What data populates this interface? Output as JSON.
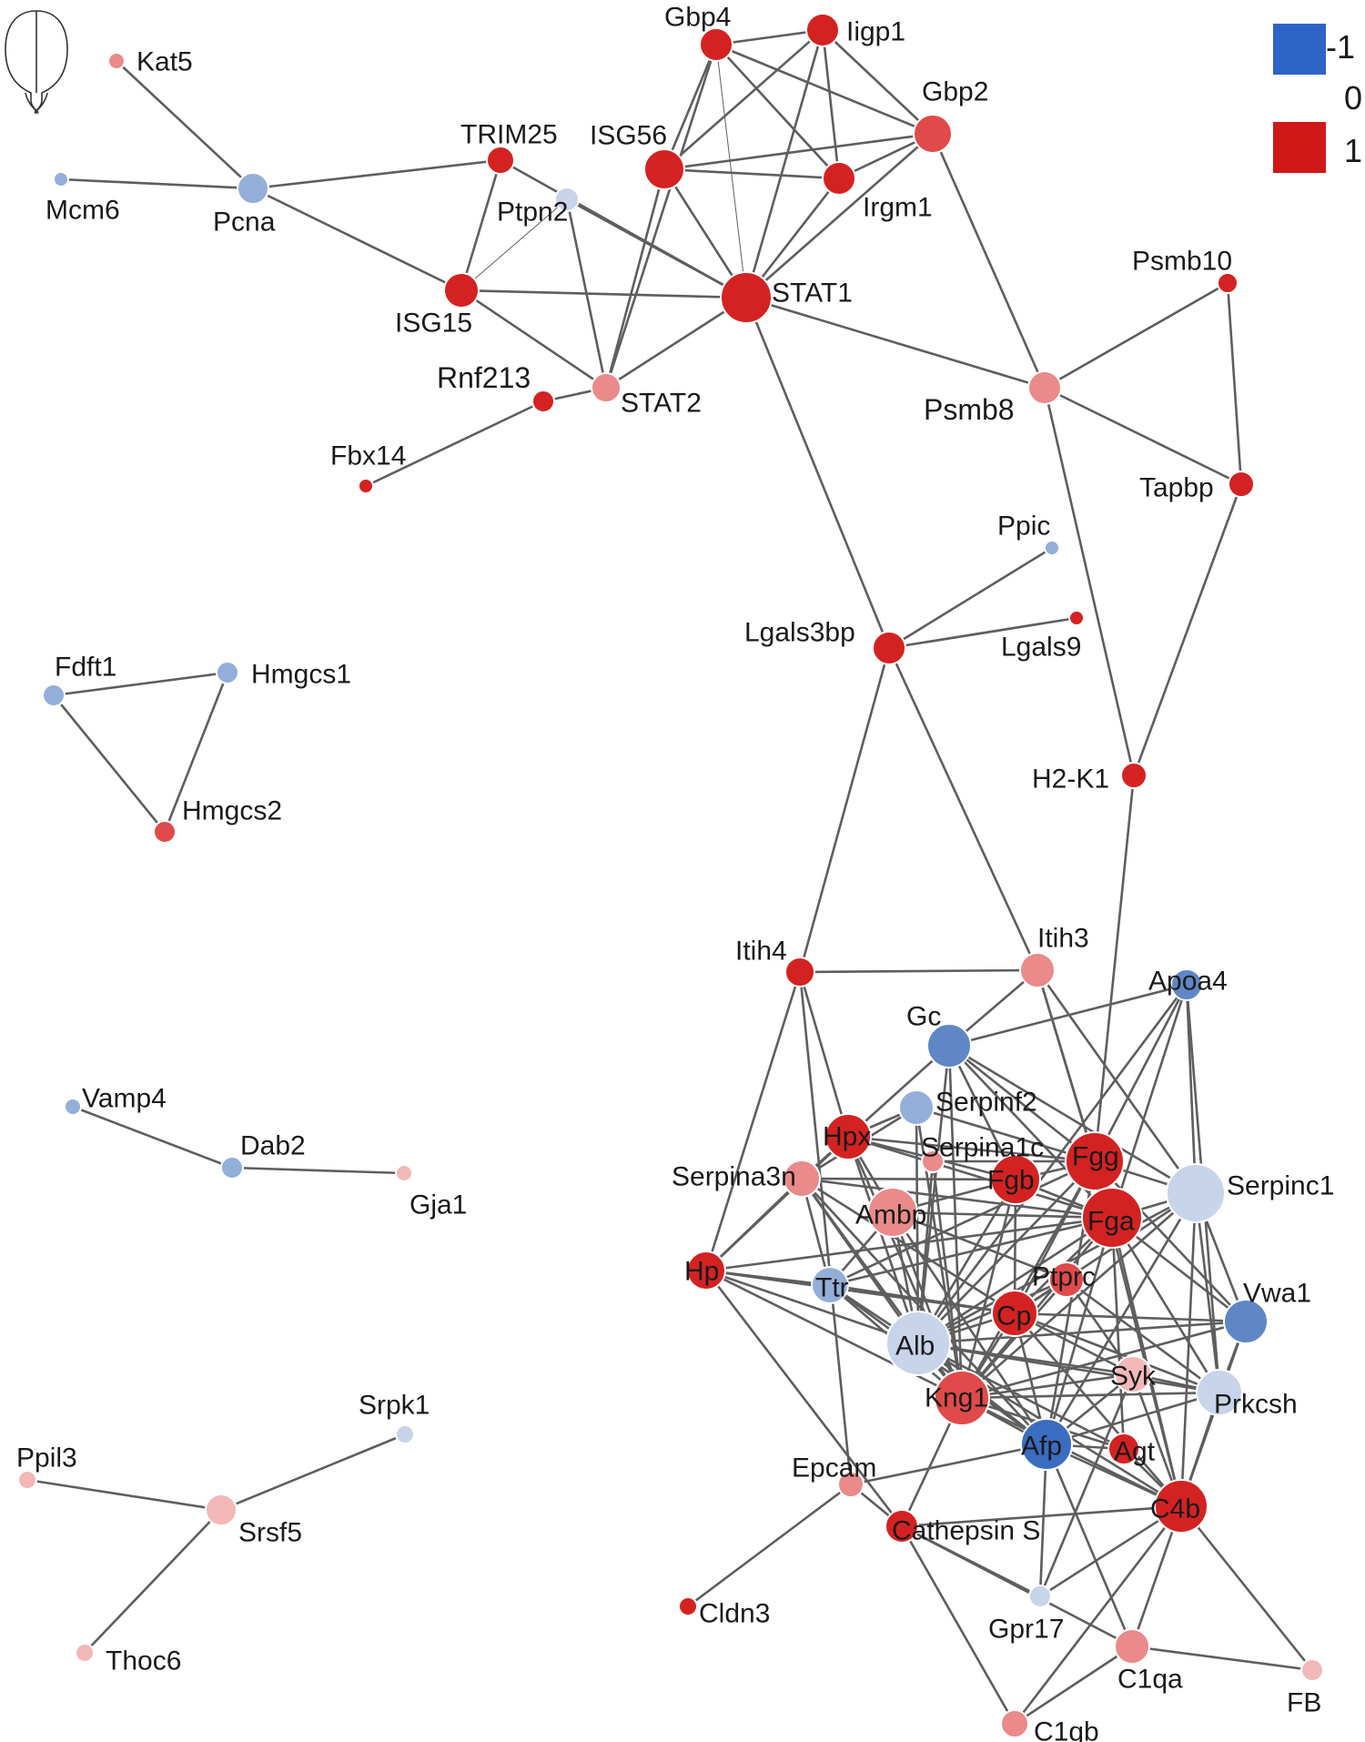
{
  "legend": {
    "items": [
      {
        "label": "-1",
        "color": "#2e64c8",
        "swatch": true
      },
      {
        "label": "0",
        "color": "#ffffff",
        "swatch": false
      },
      {
        "label": "1",
        "color": "#d01818",
        "swatch": true
      }
    ]
  },
  "colors": {
    "blue_strong": "#3a6cc0",
    "blue_mid": "#5f87c5",
    "blue_light": "#93aed8",
    "blue_pale": "#c8d4ea",
    "red_strong": "#d42222",
    "red_mid": "#e04a4a",
    "red_light": "#ea8a8a",
    "red_pale": "#f2b8b8",
    "edge": "#5e5e5e"
  },
  "nodes": [
    {
      "id": "Kat5",
      "label": "Kat5",
      "value": 0.5
    },
    {
      "id": "Mcm6",
      "label": "Mcm6",
      "value": -0.4
    },
    {
      "id": "Pcna",
      "label": "Pcna",
      "value": -0.5
    },
    {
      "id": "TRIM25",
      "label": "TRIM25",
      "value": 1.0
    },
    {
      "id": "ISG56",
      "label": "ISG56",
      "value": 1.0
    },
    {
      "id": "Gbp4",
      "label": "Gbp4",
      "value": 1.0
    },
    {
      "id": "Iigp1",
      "label": "Iigp1",
      "value": 1.0
    },
    {
      "id": "Gbp2",
      "label": "Gbp2",
      "value": 0.75
    },
    {
      "id": "Irgm1",
      "label": "Irgm1",
      "value": 1.0
    },
    {
      "id": "Ptpn2",
      "label": "Ptpn2",
      "value": -0.2
    },
    {
      "id": "ISG15",
      "label": "ISG15",
      "value": 1.0
    },
    {
      "id": "STAT1",
      "label": "STAT1",
      "value": 1.0
    },
    {
      "id": "Rnf213",
      "label": "Rnf213",
      "value": 1.0
    },
    {
      "id": "STAT2",
      "label": "STAT2",
      "value": 0.5
    },
    {
      "id": "Fbx14",
      "label": "Fbx14",
      "value": 1.0
    },
    {
      "id": "Psmb10",
      "label": "Psmb10",
      "value": 1.0
    },
    {
      "id": "Psmb8",
      "label": "Psmb8",
      "value": 0.5
    },
    {
      "id": "Tapbp",
      "label": "Tapbp",
      "value": 1.0
    },
    {
      "id": "Ppic",
      "label": "Ppic",
      "value": -0.4
    },
    {
      "id": "Lgals3bp",
      "label": "Lgals3bp",
      "value": 1.0
    },
    {
      "id": "Lgals9",
      "label": "Lgals9",
      "value": 1.0
    },
    {
      "id": "H2-K1",
      "label": "H2-K1",
      "value": 1.0
    },
    {
      "id": "Fdft1",
      "label": "Fdft1",
      "value": -0.35
    },
    {
      "id": "Hmgcs1",
      "label": "Hmgcs1",
      "value": -0.35
    },
    {
      "id": "Hmgcs2",
      "label": "Hmgcs2",
      "value": 0.85
    },
    {
      "id": "Itih4",
      "label": "Itih4",
      "value": 0.9
    },
    {
      "id": "Itih3",
      "label": "Itih3",
      "value": 0.55
    },
    {
      "id": "Apoa4",
      "label": "Apoa4",
      "value": -0.75
    },
    {
      "id": "Gc",
      "label": "Gc",
      "value": -0.8
    },
    {
      "id": "Serpinf2",
      "label": "Serpinf2",
      "value": -0.55
    },
    {
      "id": "Hpx",
      "label": "Hpx",
      "value": 0.95
    },
    {
      "id": "Serpina1c",
      "label": "Serpina1c",
      "value": 0.45
    },
    {
      "id": "Fgg",
      "label": "Fgg",
      "value": 1.0
    },
    {
      "id": "Fgb",
      "label": "Fgb",
      "value": 1.0
    },
    {
      "id": "Serpina3n",
      "label": "Serpina3n",
      "value": 0.6
    },
    {
      "id": "Ambp",
      "label": "Ambp",
      "value": 0.65
    },
    {
      "id": "Fga",
      "label": "Fga",
      "value": 1.0
    },
    {
      "id": "Serpinc1",
      "label": "Serpinc1",
      "value": -0.25
    },
    {
      "id": "Hp",
      "label": "Hp",
      "value": 1.0
    },
    {
      "id": "Ttr",
      "label": "Ttr",
      "value": -0.55
    },
    {
      "id": "Ptprc",
      "label": "Ptprc",
      "value": 0.85
    },
    {
      "id": "Vwa1",
      "label": "Vwa1",
      "value": -0.6
    },
    {
      "id": "Alb",
      "label": "Alb",
      "value": -0.25
    },
    {
      "id": "Cp",
      "label": "Cp",
      "value": 0.9
    },
    {
      "id": "Syk",
      "label": "Syk",
      "value": 0.3
    },
    {
      "id": "Prkcsh",
      "label": "Prkcsh",
      "value": -0.25
    },
    {
      "id": "Kng1",
      "label": "Kng1",
      "value": 0.85
    },
    {
      "id": "Afp",
      "label": "Afp",
      "value": -0.9
    },
    {
      "id": "Agt",
      "label": "Agt",
      "value": 1.0
    },
    {
      "id": "Epcam",
      "label": "Epcam",
      "value": 0.55
    },
    {
      "id": "C4b",
      "label": "C4b",
      "value": 1.0
    },
    {
      "id": "CathepsinS",
      "label": "Cathepsin S",
      "value": 1.0
    },
    {
      "id": "Cldn3",
      "label": "Cldn3",
      "value": 1.0
    },
    {
      "id": "Gpr17",
      "label": "Gpr17",
      "value": -0.3
    },
    {
      "id": "C1qa",
      "label": "C1qa",
      "value": 0.55
    },
    {
      "id": "FB",
      "label": "FB",
      "value": 0.4
    },
    {
      "id": "C1qb",
      "label": "C1qb",
      "value": 0.45
    },
    {
      "id": "Vamp4",
      "label": "Vamp4",
      "value": -0.4
    },
    {
      "id": "Dab2",
      "label": "Dab2",
      "value": -0.4
    },
    {
      "id": "Gja1",
      "label": "Gja1",
      "value": 0.3
    },
    {
      "id": "Srpk1",
      "label": "Srpk1",
      "value": -0.3
    },
    {
      "id": "Ppil3",
      "label": "Ppil3",
      "value": 0.35
    },
    {
      "id": "Srsf5",
      "label": "Srsf5",
      "value": 0.35
    },
    {
      "id": "Thoc6",
      "label": "Thoc6",
      "value": 0.35
    }
  ],
  "edges": [
    [
      "Kat5",
      "Pcna"
    ],
    [
      "Mcm6",
      "Pcna"
    ],
    [
      "Pcna",
      "TRIM25"
    ],
    [
      "Pcna",
      "ISG15"
    ],
    [
      "TRIM25",
      "ISG15"
    ],
    [
      "TRIM25",
      "STAT1"
    ],
    [
      "ISG15",
      "STAT1"
    ],
    [
      "ISG15",
      "STAT2"
    ],
    [
      "ISG15",
      "Ptpn2"
    ],
    [
      "Ptpn2",
      "STAT1"
    ],
    [
      "Ptpn2",
      "STAT2"
    ],
    [
      "ISG56",
      "STAT1"
    ],
    [
      "ISG56",
      "STAT2"
    ],
    [
      "ISG56",
      "Gbp4"
    ],
    [
      "ISG56",
      "Iigp1"
    ],
    [
      "ISG56",
      "Irgm1"
    ],
    [
      "ISG56",
      "Gbp2"
    ],
    [
      "Gbp4",
      "Iigp1"
    ],
    [
      "Gbp4",
      "Gbp2"
    ],
    [
      "Gbp4",
      "Irgm1"
    ],
    [
      "Gbp4",
      "STAT1"
    ],
    [
      "Gbp4",
      "STAT2"
    ],
    [
      "Iigp1",
      "Gbp2"
    ],
    [
      "Iigp1",
      "Irgm1"
    ],
    [
      "Iigp1",
      "STAT1"
    ],
    [
      "Gbp2",
      "Irgm1"
    ],
    [
      "Gbp2",
      "STAT1"
    ],
    [
      "Gbp2",
      "Psmb8"
    ],
    [
      "Irgm1",
      "STAT1"
    ],
    [
      "STAT1",
      "STAT2"
    ],
    [
      "STAT1",
      "Psmb8"
    ],
    [
      "STAT1",
      "Lgals3bp"
    ],
    [
      "Rnf213",
      "Fbx14"
    ],
    [
      "STAT2",
      "Rnf213"
    ],
    [
      "Psmb8",
      "Psmb10"
    ],
    [
      "Psmb8",
      "Tapbp"
    ],
    [
      "Psmb8",
      "H2-K1"
    ],
    [
      "Psmb10",
      "Tapbp"
    ],
    [
      "Tapbp",
      "H2-K1"
    ],
    [
      "Lgals3bp",
      "Ppic"
    ],
    [
      "Lgals3bp",
      "Lgals9"
    ],
    [
      "Lgals3bp",
      "Itih4"
    ],
    [
      "Lgals3bp",
      "Itih3"
    ],
    [
      "H2-K1",
      "Fgg"
    ],
    [
      "Fdft1",
      "Hmgcs1"
    ],
    [
      "Fdft1",
      "Hmgcs2"
    ],
    [
      "Hmgcs1",
      "Hmgcs2"
    ],
    [
      "Itih4",
      "Itih3"
    ],
    [
      "Itih4",
      "Hpx"
    ],
    [
      "Itih4",
      "Hp"
    ],
    [
      "Itih4",
      "Epcam"
    ],
    [
      "Itih3",
      "Fgg"
    ],
    [
      "Itih3",
      "Serpinc1"
    ],
    [
      "Itih3",
      "Gc"
    ],
    [
      "Itih3",
      "Fga"
    ],
    [
      "Apoa4",
      "Gc"
    ],
    [
      "Apoa4",
      "Fgg"
    ],
    [
      "Apoa4",
      "Fga"
    ],
    [
      "Apoa4",
      "Serpinc1"
    ],
    [
      "Apoa4",
      "Prkcsh"
    ],
    [
      "Apoa4",
      "Alb"
    ],
    [
      "Gc",
      "Fgg"
    ],
    [
      "Gc",
      "Fgb"
    ],
    [
      "Gc",
      "Fga"
    ],
    [
      "Gc",
      "Hpx"
    ],
    [
      "Gc",
      "Serpinc1"
    ],
    [
      "Gc",
      "Alb"
    ],
    [
      "Gc",
      "Kng1"
    ],
    [
      "Serpinf2",
      "Fgg"
    ],
    [
      "Serpinf2",
      "Hpx"
    ],
    [
      "Serpinf2",
      "Serpina3n"
    ],
    [
      "Serpinf2",
      "Alb"
    ],
    [
      "Serpinf2",
      "Kng1"
    ],
    [
      "Hpx",
      "Fgg"
    ],
    [
      "Hpx",
      "Fgb"
    ],
    [
      "Hpx",
      "Hp"
    ],
    [
      "Hpx",
      "Alb"
    ],
    [
      "Hpx",
      "Ambp"
    ],
    [
      "Hpx",
      "Kng1"
    ],
    [
      "Hpx",
      "Serpina3n"
    ],
    [
      "Hpx",
      "Fga"
    ],
    [
      "Serpina1c",
      "Fgg"
    ],
    [
      "Serpina1c",
      "Alb"
    ],
    [
      "Serpina1c",
      "Kng1"
    ],
    [
      "Fgg",
      "Fgb"
    ],
    [
      "Fgg",
      "Fga"
    ],
    [
      "Fgg",
      "Serpinc1"
    ],
    [
      "Fgg",
      "Alb"
    ],
    [
      "Fgg",
      "Kng1"
    ],
    [
      "Fgg",
      "C4b"
    ],
    [
      "Fgg",
      "Vwa1"
    ],
    [
      "Fgg",
      "Cp"
    ],
    [
      "Fgg",
      "Ttr"
    ],
    [
      "Fgg",
      "Afp"
    ],
    [
      "Fgb",
      "Fga"
    ],
    [
      "Fgb",
      "Alb"
    ],
    [
      "Fgb",
      "Kng1"
    ],
    [
      "Fgb",
      "Cp"
    ],
    [
      "Fgb",
      "Serpina3n"
    ],
    [
      "Fgb",
      "Ambp"
    ],
    [
      "Serpina3n",
      "Alb"
    ],
    [
      "Serpina3n",
      "Hp"
    ],
    [
      "Serpina3n",
      "Ttr"
    ],
    [
      "Serpina3n",
      "Fga"
    ],
    [
      "Serpina3n",
      "Kng1"
    ],
    [
      "Serpina3n",
      "Afp"
    ],
    [
      "Serpina3n",
      "Cp"
    ],
    [
      "Ambp",
      "Alb"
    ],
    [
      "Ambp",
      "Fga"
    ],
    [
      "Ambp",
      "Kng1"
    ],
    [
      "Ambp",
      "Ttr"
    ],
    [
      "Ambp",
      "Afp"
    ],
    [
      "Fga",
      "Serpinc1"
    ],
    [
      "Fga",
      "Alb"
    ],
    [
      "Fga",
      "Kng1"
    ],
    [
      "Fga",
      "Cp"
    ],
    [
      "Fga",
      "Vwa1"
    ],
    [
      "Fga",
      "Prkcsh"
    ],
    [
      "Fga",
      "C4b"
    ],
    [
      "Fga",
      "Afp"
    ],
    [
      "Fga",
      "Agt"
    ],
    [
      "Fga",
      "Hp"
    ],
    [
      "Fga",
      "Ttr"
    ],
    [
      "Serpinc1",
      "Vwa1"
    ],
    [
      "Serpinc1",
      "Prkcsh"
    ],
    [
      "Serpinc1",
      "Kng1"
    ],
    [
      "Serpinc1",
      "Alb"
    ],
    [
      "Serpinc1",
      "C4b"
    ],
    [
      "Serpinc1",
      "Cp"
    ],
    [
      "Serpinc1",
      "Afp"
    ],
    [
      "Hp",
      "Alb"
    ],
    [
      "Hp",
      "Ttr"
    ],
    [
      "Hp",
      "Kng1"
    ],
    [
      "Hp",
      "Cp"
    ],
    [
      "Hp",
      "CathepsinS"
    ],
    [
      "Ttr",
      "Alb"
    ],
    [
      "Ttr",
      "Kng1"
    ],
    [
      "Ttr",
      "Cp"
    ],
    [
      "Ttr",
      "Afp"
    ],
    [
      "Ptprc",
      "Syk"
    ],
    [
      "Ptprc",
      "Cp"
    ],
    [
      "Ptprc",
      "Kng1"
    ],
    [
      "Ptprc",
      "Alb"
    ],
    [
      "Ptprc",
      "Prkcsh"
    ],
    [
      "Ptprc",
      "Ambp"
    ],
    [
      "Vwa1",
      "Prkcsh"
    ],
    [
      "Vwa1",
      "Alb"
    ],
    [
      "Vwa1",
      "Kng1"
    ],
    [
      "Vwa1",
      "C4b"
    ],
    [
      "Vwa1",
      "Cp"
    ],
    [
      "Alb",
      "Kng1"
    ],
    [
      "Alb",
      "Cp"
    ],
    [
      "Alb",
      "Afp"
    ],
    [
      "Alb",
      "Syk"
    ],
    [
      "Alb",
      "Prkcsh"
    ],
    [
      "Alb",
      "C4b"
    ],
    [
      "Alb",
      "Agt"
    ],
    [
      "Cp",
      "Kng1"
    ],
    [
      "Cp",
      "Afp"
    ],
    [
      "Cp",
      "Syk"
    ],
    [
      "Cp",
      "C4b"
    ],
    [
      "Cp",
      "Prkcsh"
    ],
    [
      "Syk",
      "Afp"
    ],
    [
      "Syk",
      "C4b"
    ],
    [
      "Syk",
      "Gpr17"
    ],
    [
      "Syk",
      "Kng1"
    ],
    [
      "Syk",
      "Prkcsh"
    ],
    [
      "Prkcsh",
      "Kng1"
    ],
    [
      "Prkcsh",
      "C4b"
    ],
    [
      "Prkcsh",
      "Afp"
    ],
    [
      "Kng1",
      "Afp"
    ],
    [
      "Kng1",
      "C4b"
    ],
    [
      "Kng1",
      "Agt"
    ],
    [
      "Kng1",
      "CathepsinS"
    ],
    [
      "Afp",
      "Agt"
    ],
    [
      "Afp",
      "C4b"
    ],
    [
      "Afp",
      "Gpr17"
    ],
    [
      "Afp",
      "Epcam"
    ],
    [
      "Agt",
      "C4b"
    ],
    [
      "C4b",
      "C1qa"
    ],
    [
      "C4b",
      "C1qb"
    ],
    [
      "C4b",
      "FB"
    ],
    [
      "C4b",
      "Gpr17"
    ],
    [
      "C4b",
      "CathepsinS"
    ],
    [
      "Epcam",
      "Cldn3"
    ],
    [
      "Epcam",
      "CathepsinS"
    ],
    [
      "CathepsinS",
      "Gpr17"
    ],
    [
      "CathepsinS",
      "C1qa"
    ],
    [
      "CathepsinS",
      "C1qb"
    ],
    [
      "C1qa",
      "C1qb"
    ],
    [
      "C1qa",
      "FB"
    ],
    [
      "C1qa",
      "Afp"
    ],
    [
      "Vamp4",
      "Dab2"
    ],
    [
      "Dab2",
      "Gja1"
    ],
    [
      "Srpk1",
      "Srsf5"
    ],
    [
      "Ppil3",
      "Srsf5"
    ],
    [
      "Srsf5",
      "Thoc6"
    ]
  ],
  "thin_edges": [
    [
      "Gbp4",
      "STAT1"
    ],
    [
      "ISG56",
      "Ptpn2"
    ],
    [
      "Ptpn2",
      "ISG15"
    ]
  ]
}
